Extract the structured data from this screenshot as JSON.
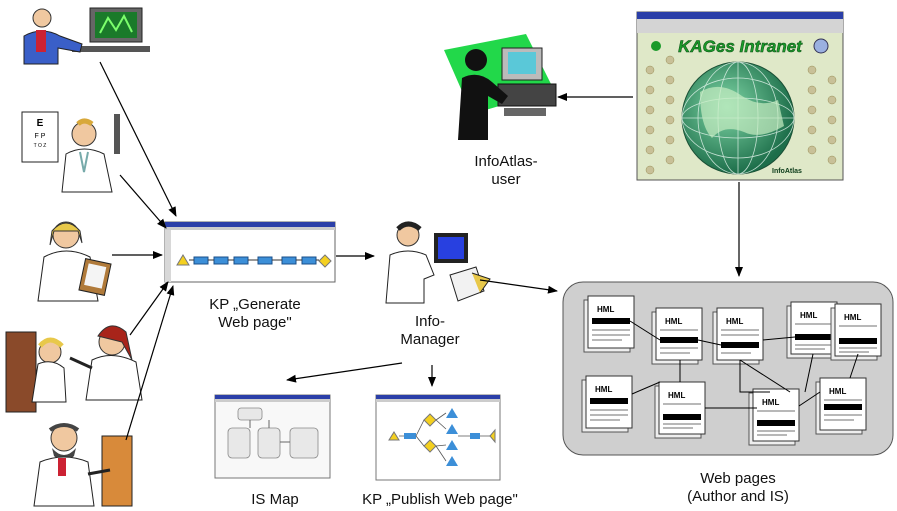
{
  "labels": {
    "kp_generate": [
      "KP „Generate",
      "Web page\""
    ],
    "info_manager": [
      "Info-",
      "Manager"
    ],
    "infoatlas_user": [
      "InfoAtlas-",
      "user"
    ],
    "is_map": "IS Map",
    "kp_publish": "KP „Publish Web page\"",
    "web_pages": [
      "Web pages",
      "(Author and IS)"
    ]
  },
  "intranet": {
    "title": "KAGes Intranet",
    "footer": "InfoAtlas"
  },
  "doc_label": "HML",
  "colors": {
    "arrow": "#000000",
    "web_pages_panel": "#cfcfcf",
    "intranet_bg": "#dfe8c8",
    "intranet_title": "#1a9a2a",
    "globe": "#2f8a6a",
    "process_node": "#3c8fd8",
    "window_bar": "#2b3fa8"
  },
  "icons": [
    "person-at-computer-icon",
    "doctor-with-eye-chart-icon",
    "nurse-with-clipboard-icon",
    "doctor-examining-child-icon",
    "doctor-at-desk-icon",
    "infoatlas-user-at-computer-icon",
    "info-manager-at-computer-icon"
  ]
}
